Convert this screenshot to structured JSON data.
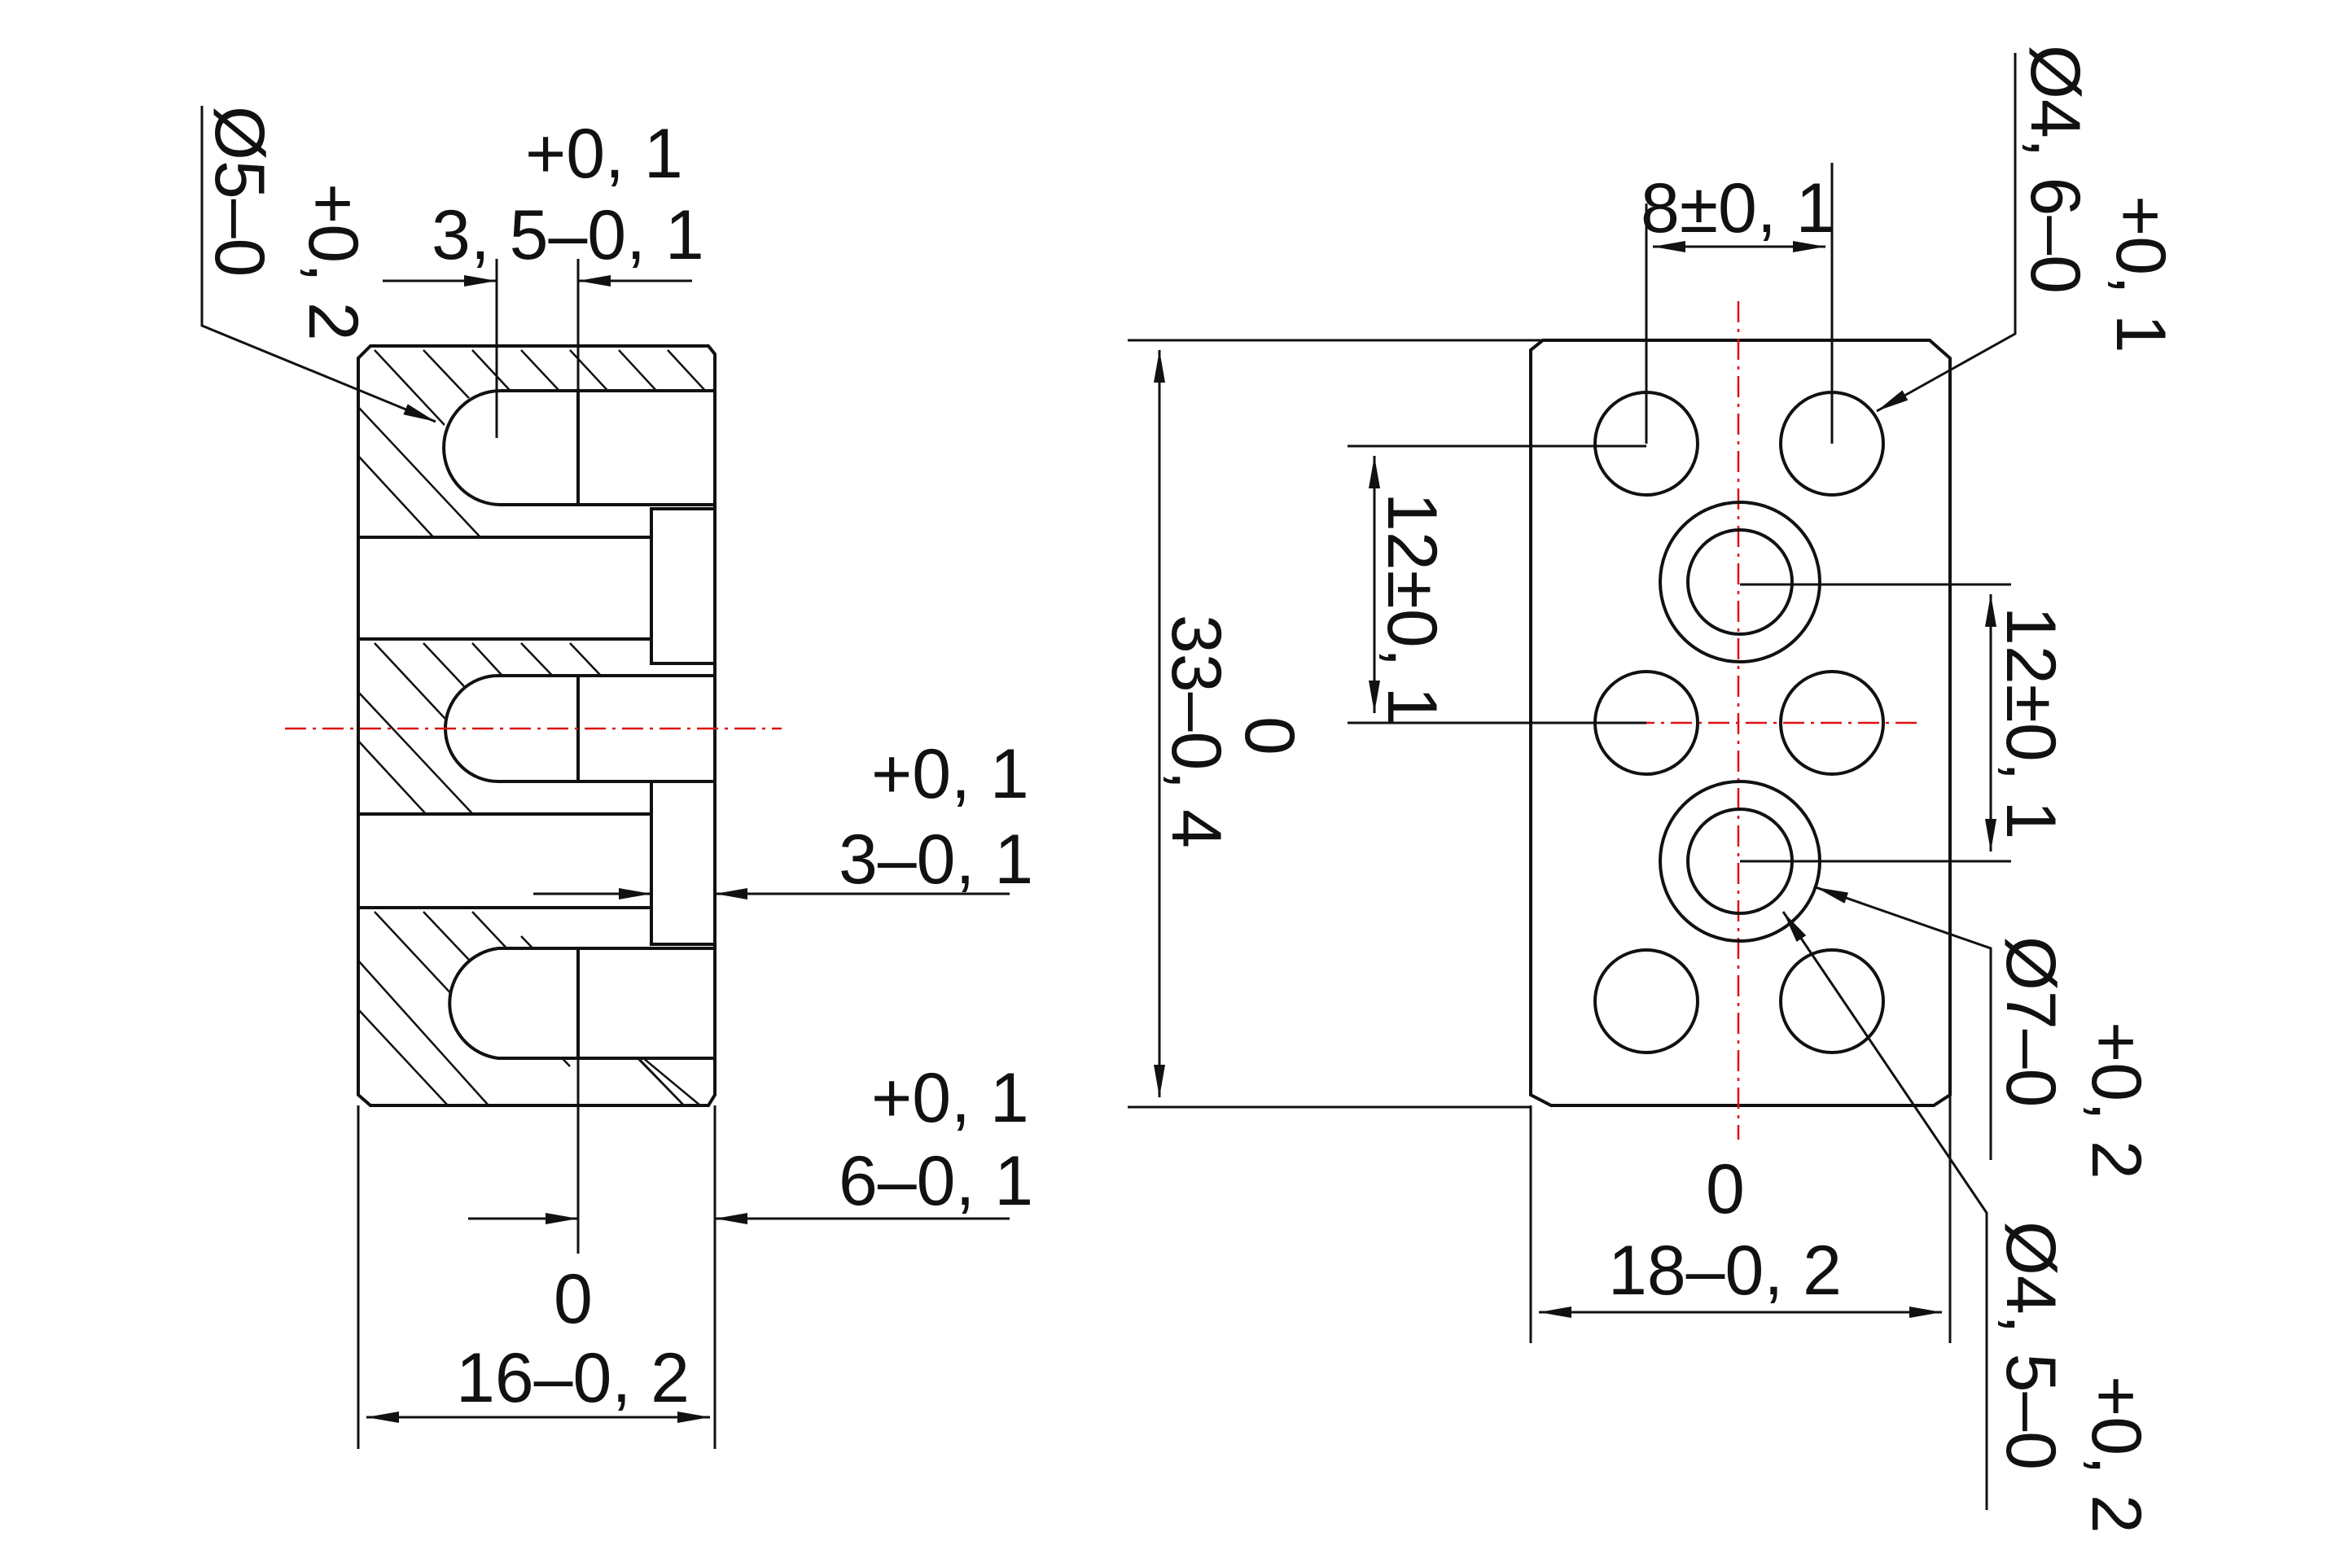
{
  "side_view": {
    "dia5": {
      "main": "Ø5–0",
      "tol": "+0, 2"
    },
    "w35": {
      "upper": "+0, 1",
      "lower": "3, 5–0, 1"
    },
    "d3": {
      "upper": "+0, 1",
      "lower": "3–0, 1"
    },
    "d6": {
      "upper": "+0, 1",
      "lower": "6–0, 1"
    },
    "w16": {
      "upper": "0",
      "lower": "16–0, 2"
    }
  },
  "front_view": {
    "pitch8": "8±0, 1",
    "dia46": {
      "main": "Ø4, 6–0",
      "tol": "+0, 1"
    },
    "pitch12_left": "12±0, 1",
    "height33": {
      "upper": "0",
      "lower": "33–0, 4"
    },
    "pitch12_right": "12±0, 1",
    "dia7": {
      "main": "Ø7–0",
      "tol": "+0, 2"
    },
    "dia45": {
      "main": "Ø4, 5–0",
      "tol": "+0, 2"
    },
    "w18": {
      "upper": "0",
      "lower": "18–0, 2"
    }
  }
}
